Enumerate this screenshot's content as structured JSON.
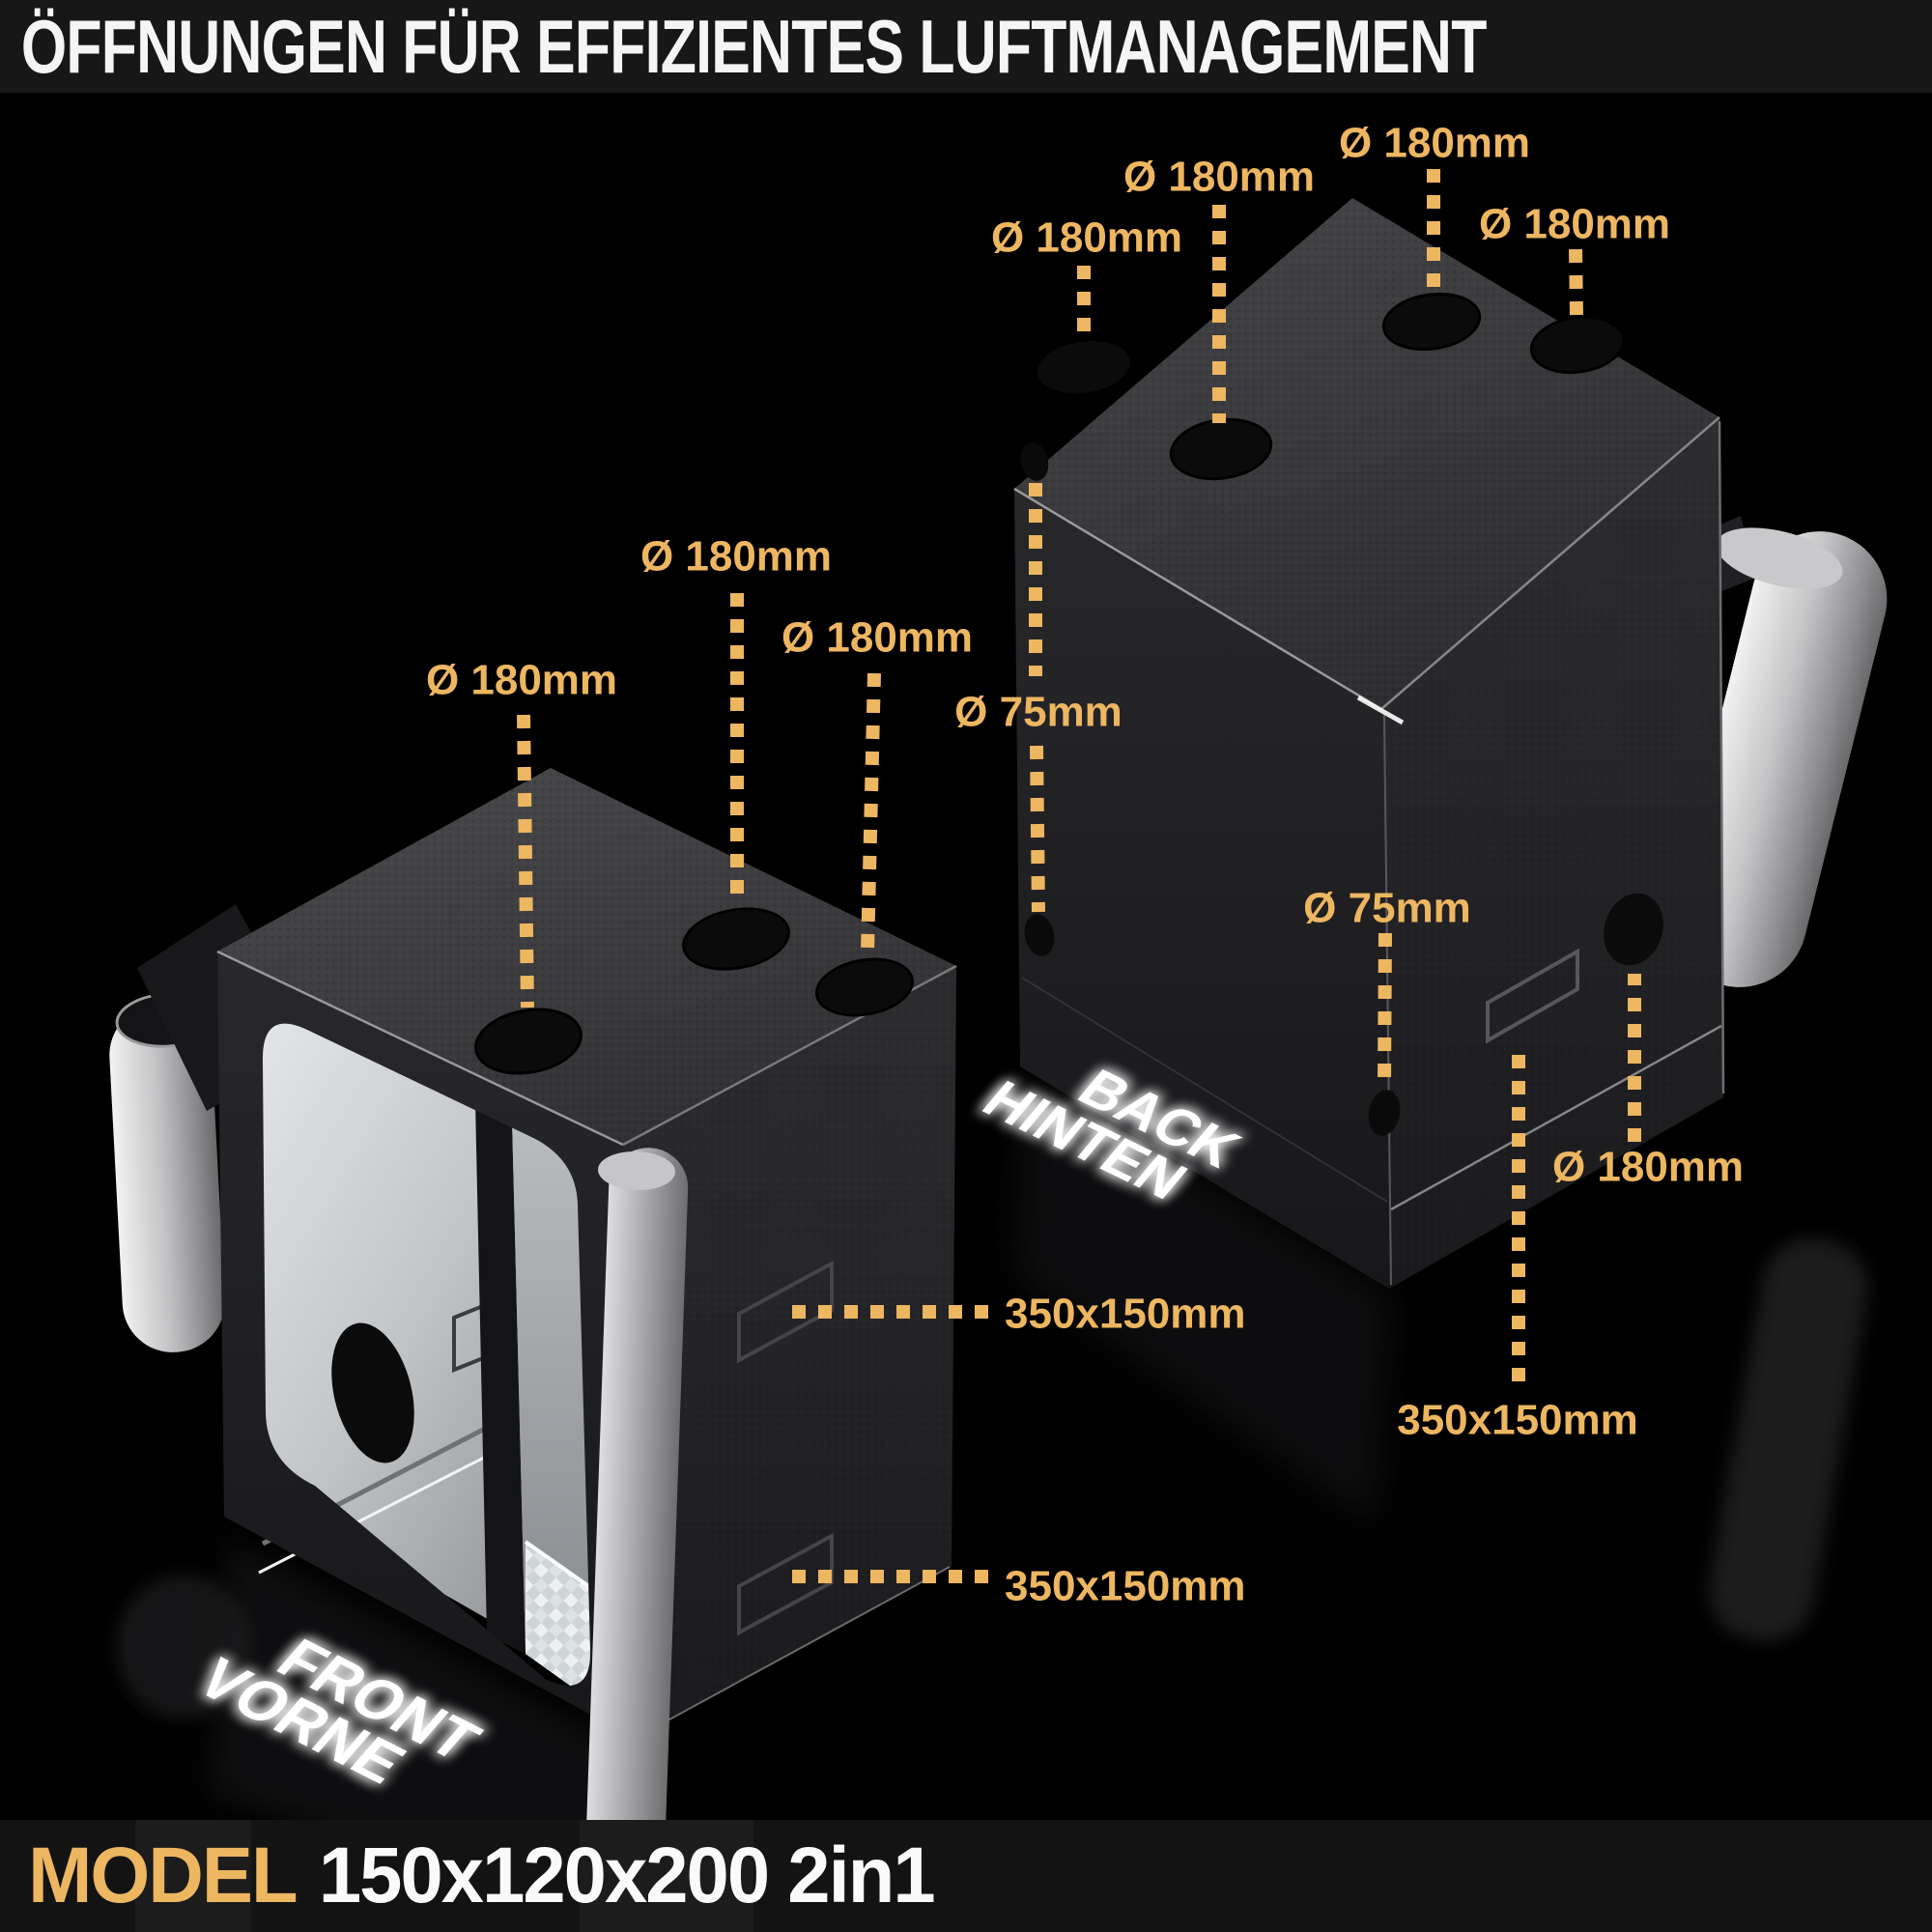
{
  "title": "ÖFFNUNGEN FÜR EFFIZIENTES LUFTMANAGEMENT",
  "footer": {
    "model_label": "MODEL",
    "model_value": "150x120x200 2in1"
  },
  "colors": {
    "accent": "#EDB661",
    "background": "#000000",
    "bar_background": "#171717",
    "text_white": "#F5F5F5"
  },
  "front_box": {
    "name_en": "FRONT",
    "name_de": "VORNE",
    "annotations": [
      {
        "id": "front-top-left-port",
        "label": "Ø 180mm"
      },
      {
        "id": "front-top-middle-port",
        "label": "Ø 180mm"
      },
      {
        "id": "front-top-right-port",
        "label": "Ø 180mm"
      },
      {
        "id": "front-side-upper-vent",
        "label": "350x150mm"
      },
      {
        "id": "front-side-lower-vent",
        "label": "350x150mm"
      }
    ]
  },
  "back_box": {
    "name_en": "BACK",
    "name_de": "HINTEN",
    "annotations": [
      {
        "id": "back-top-port-1",
        "label": "Ø 180mm"
      },
      {
        "id": "back-top-port-2",
        "label": "Ø 180mm"
      },
      {
        "id": "back-top-port-3",
        "label": "Ø 180mm"
      },
      {
        "id": "back-top-port-4",
        "label": "Ø 180mm"
      },
      {
        "id": "back-left-small-port",
        "label": "Ø 75mm"
      },
      {
        "id": "back-front-small-port",
        "label": "Ø 75mm"
      },
      {
        "id": "back-side-port",
        "label": "Ø 180mm"
      },
      {
        "id": "back-side-vent",
        "label": "350x150mm"
      }
    ]
  }
}
